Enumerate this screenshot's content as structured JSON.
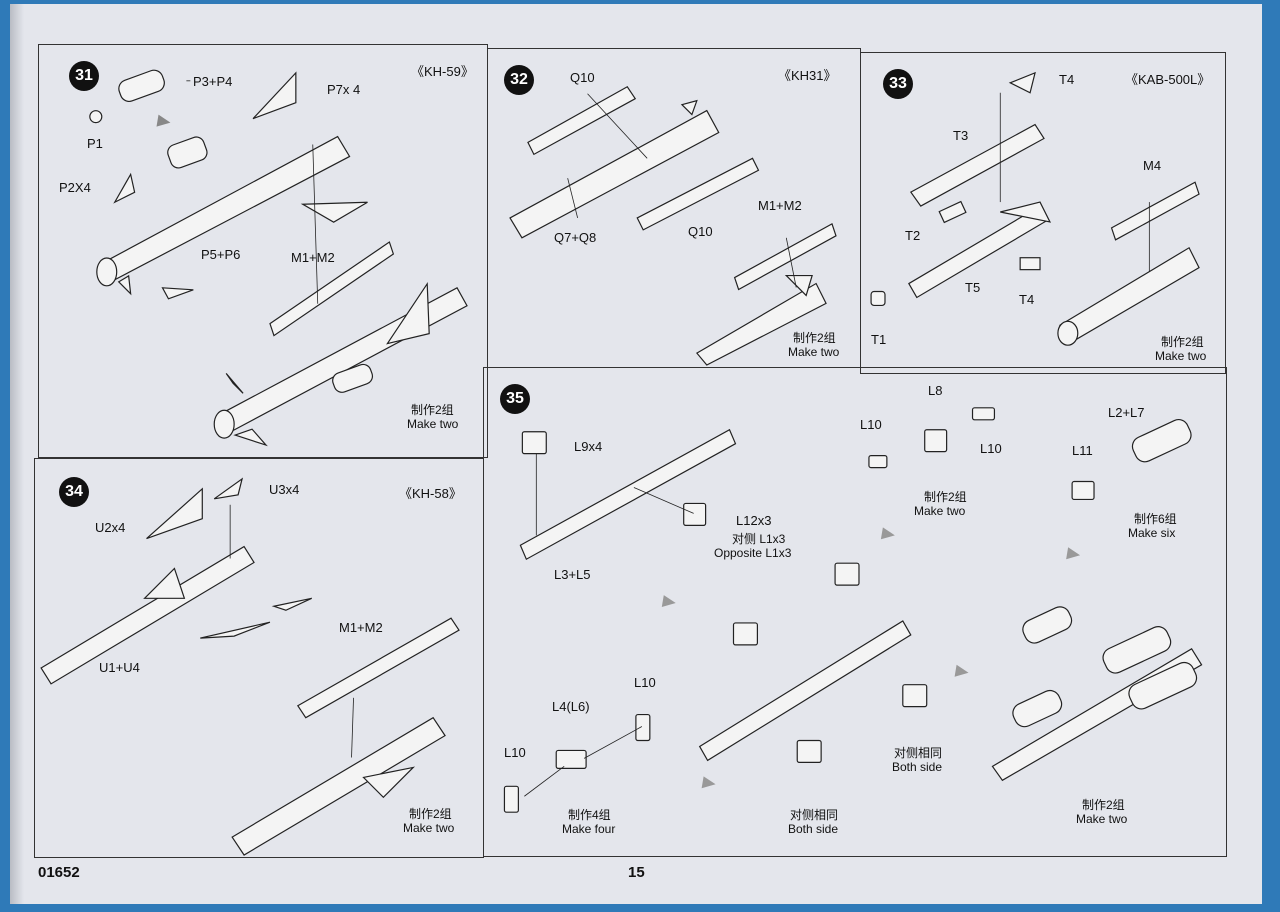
{
  "footer": {
    "code": "01652",
    "page": "15"
  },
  "steps": {
    "s31": {
      "number": "31",
      "title": "《KH-59》",
      "labels": {
        "p3p4": "P3+P4",
        "p1": "P1",
        "p7x4": "P7x 4",
        "p2x4": "P2X4",
        "p5p6": "P5+P6",
        "m1m2": "M1+M2"
      },
      "note_cn": "制作2组",
      "note_en": "Make two"
    },
    "s32": {
      "number": "32",
      "title": "《KH31》",
      "labels": {
        "q10a": "Q10",
        "q10b": "Q10",
        "q7q8": "Q7+Q8",
        "m1m2": "M1+M2"
      },
      "note_cn": "制作2组",
      "note_en": "Make two"
    },
    "s33": {
      "number": "33",
      "title": "《KAB-500L》",
      "labels": {
        "t4a": "T4",
        "t3": "T3",
        "t2": "T2",
        "t5": "T5",
        "t4b": "T4",
        "t1": "T1",
        "m4": "M4"
      },
      "note_cn": "制作2组",
      "note_en": "Make two"
    },
    "s34": {
      "number": "34",
      "title": "《KH-58》",
      "labels": {
        "u3x4": "U3x4",
        "u2x4": "U2x4",
        "u1u4": "U1+U4",
        "m1m2": "M1+M2"
      },
      "note_cn": "制作2组",
      "note_en": "Make two"
    },
    "s35": {
      "number": "35",
      "labels": {
        "l9x4": "L9x4",
        "l12x3": "L12x3",
        "opp_cn": "对侧 L1x3",
        "opp_en": "Opposite L1x3",
        "l3l5": "L3+L5",
        "l8": "L8",
        "l10a": "L10",
        "l10b": "L10",
        "l2l7": "L2+L7",
        "l11": "L11",
        "l4l6": "L4(L6)",
        "l10c": "L10",
        "l10d": "L10"
      },
      "notes": {
        "make_two_a_cn": "制作2组",
        "make_two_a_en": "Make two",
        "make_six_cn": "制作6组",
        "make_six_en": "Make six",
        "make_four_cn": "制作4组",
        "make_four_en": "Make four",
        "both_a_cn": "对侧相同",
        "both_a_en": "Both side",
        "both_b_cn": "对侧相同",
        "both_b_en": "Both side",
        "make_two_b_cn": "制作2组",
        "make_two_b_en": "Make two"
      }
    }
  }
}
